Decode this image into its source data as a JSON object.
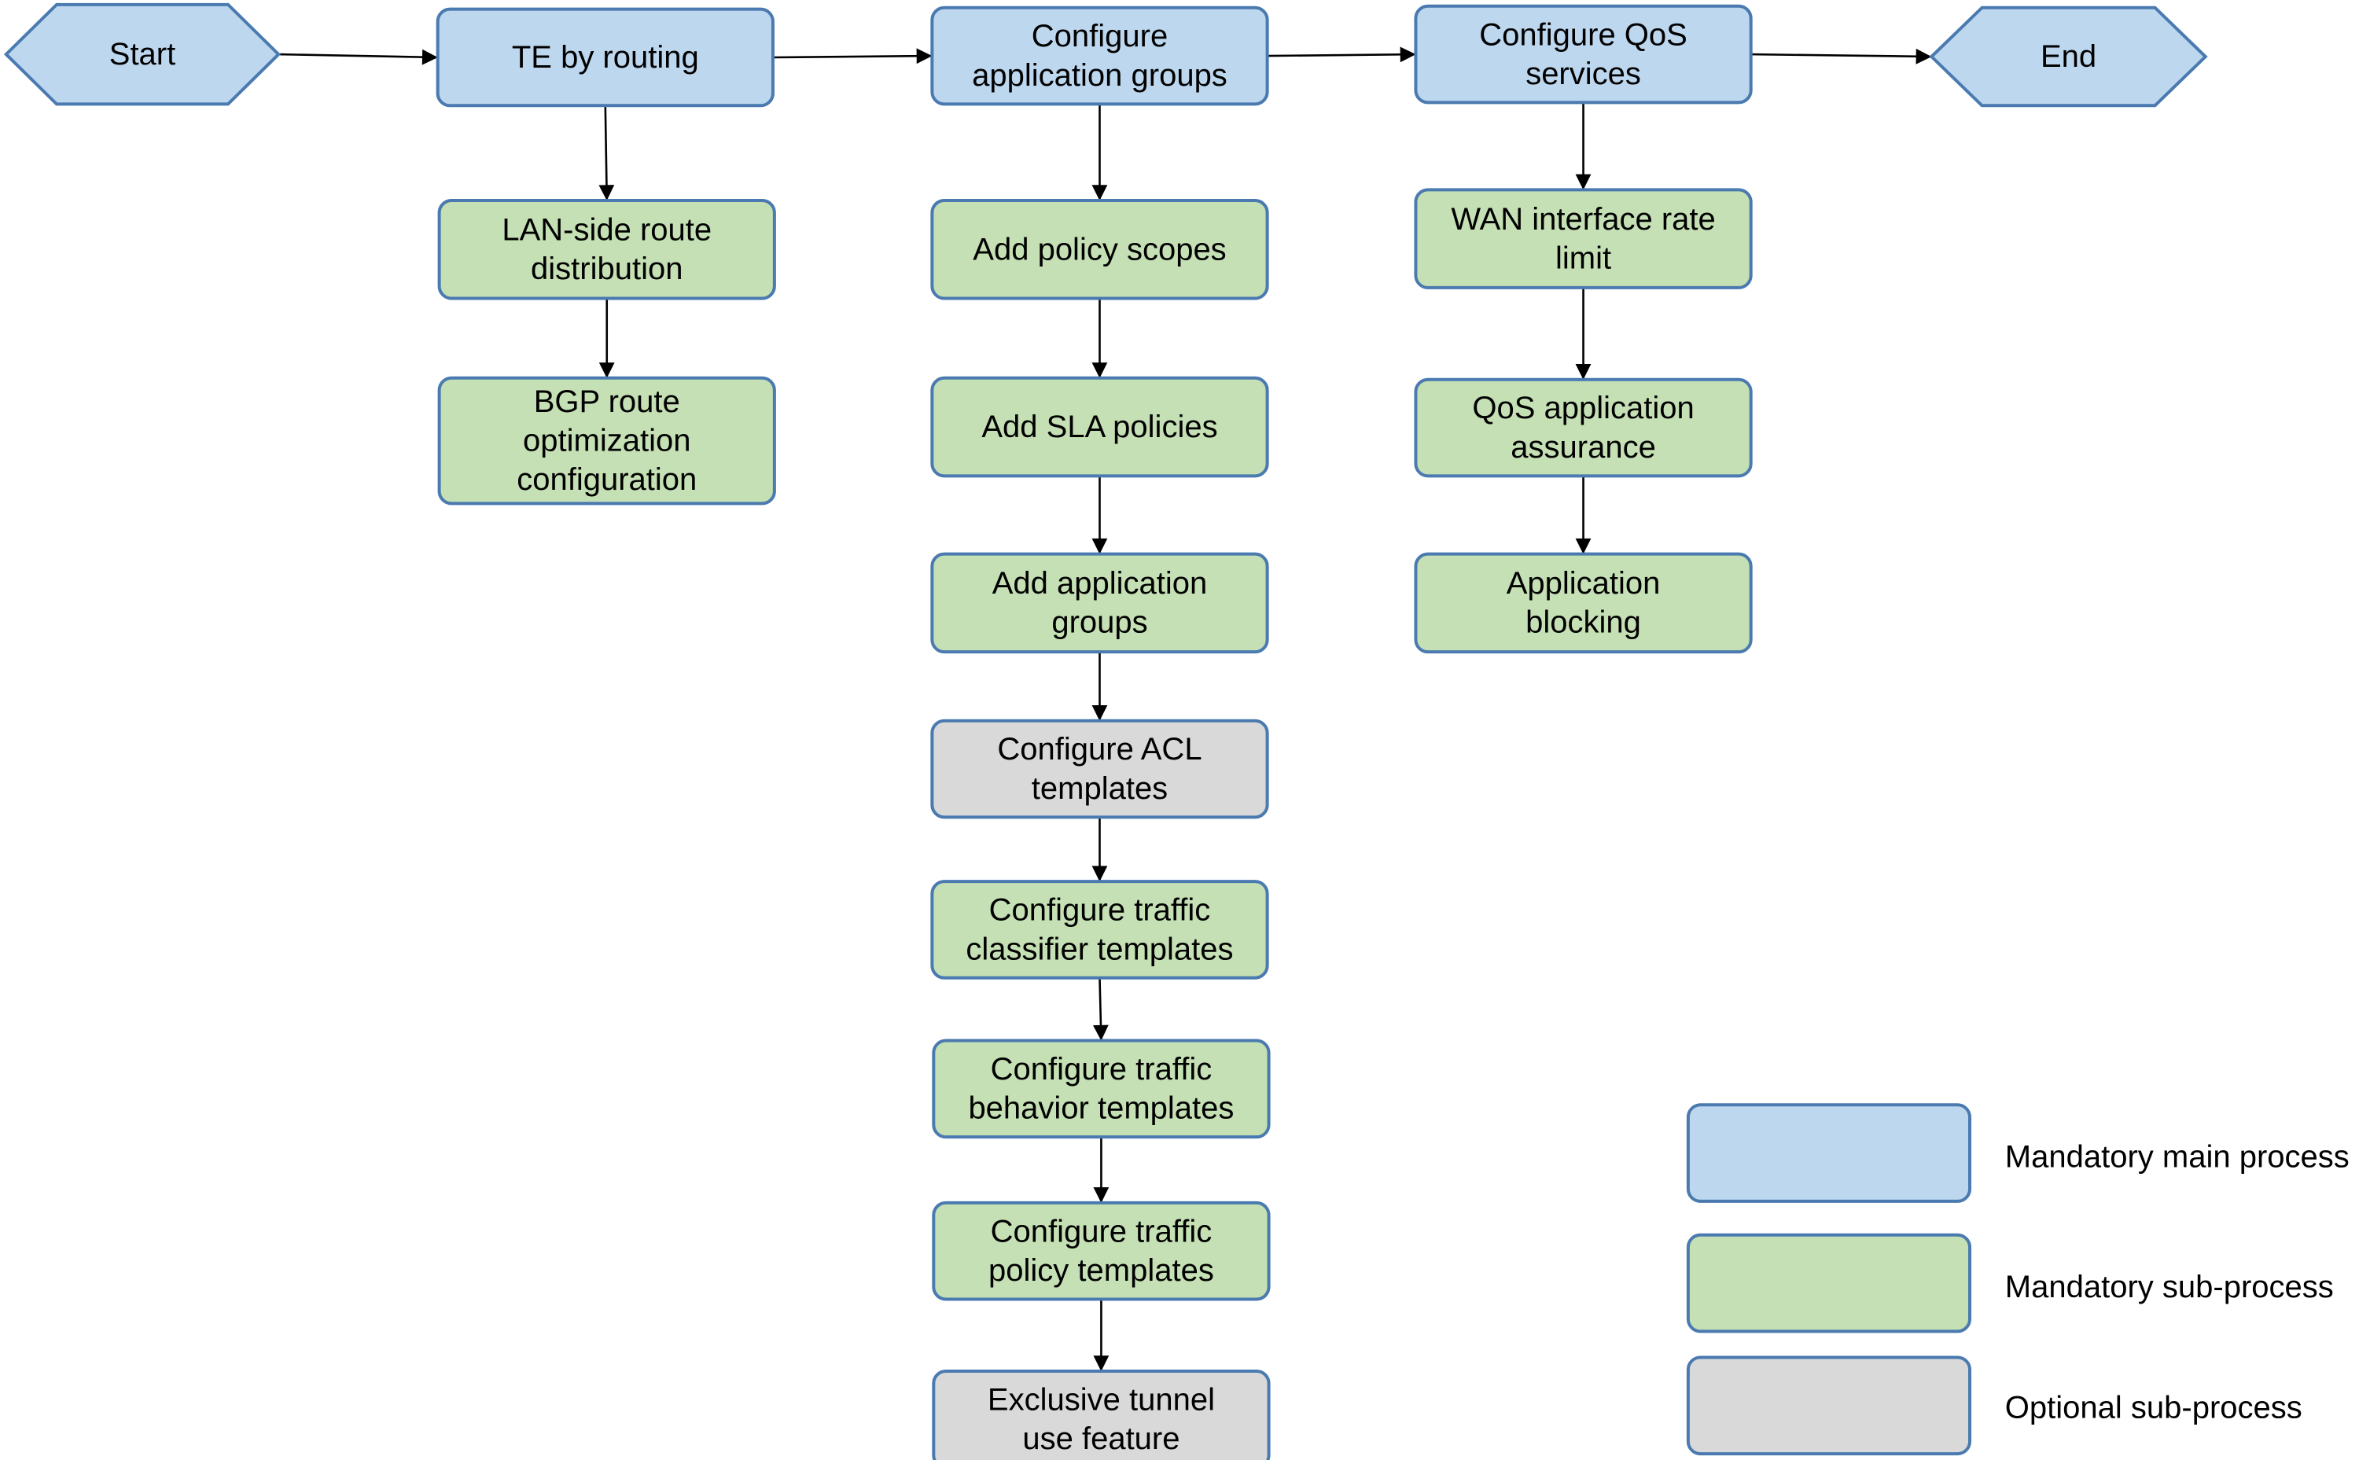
{
  "colors": {
    "mandatory_main": "#bdd7ee",
    "mandatory_sub": "#c5e0b4",
    "optional_sub": "#d9d9d9",
    "border": "#4a7ab0",
    "edge": "#000000"
  },
  "nodes": {
    "start": {
      "lines": [
        "Start"
      ],
      "kind": "mandatory_main"
    },
    "te_routing": {
      "lines": [
        "TE by routing"
      ],
      "kind": "mandatory_main"
    },
    "config_app_groups": {
      "lines": [
        "Configure",
        "application groups"
      ],
      "kind": "mandatory_main"
    },
    "config_qos": {
      "lines": [
        "Configure QoS",
        "services"
      ],
      "kind": "mandatory_main"
    },
    "end": {
      "lines": [
        "End"
      ],
      "kind": "mandatory_main"
    },
    "lan_route": {
      "lines": [
        "LAN-side route",
        "distribution"
      ],
      "kind": "mandatory_sub"
    },
    "bgp_route": {
      "lines": [
        "BGP route",
        "optimization",
        "configuration"
      ],
      "kind": "mandatory_sub"
    },
    "add_policy_scopes": {
      "lines": [
        "Add policy scopes"
      ],
      "kind": "mandatory_sub"
    },
    "add_sla": {
      "lines": [
        "Add SLA policies"
      ],
      "kind": "mandatory_sub"
    },
    "add_app_groups": {
      "lines": [
        "Add application",
        "groups"
      ],
      "kind": "mandatory_sub"
    },
    "config_acl": {
      "lines": [
        "Configure ACL",
        "templates"
      ],
      "kind": "optional_sub"
    },
    "traffic_classifier": {
      "lines": [
        "Configure traffic",
        "classifier templates"
      ],
      "kind": "mandatory_sub"
    },
    "traffic_behavior": {
      "lines": [
        "Configure traffic",
        "behavior templates"
      ],
      "kind": "mandatory_sub"
    },
    "traffic_policy": {
      "lines": [
        "Configure traffic",
        "policy templates"
      ],
      "kind": "mandatory_sub"
    },
    "exclusive_tunnel": {
      "lines": [
        "Exclusive tunnel",
        "use feature"
      ],
      "kind": "optional_sub"
    },
    "wan_rate": {
      "lines": [
        "WAN interface rate",
        "limit"
      ],
      "kind": "mandatory_sub"
    },
    "qos_assurance": {
      "lines": [
        "QoS application",
        "assurance"
      ],
      "kind": "mandatory_sub"
    },
    "app_blocking": {
      "lines": [
        "Application",
        "blocking"
      ],
      "kind": "mandatory_sub"
    }
  },
  "edges": [
    [
      "start",
      "te_routing"
    ],
    [
      "te_routing",
      "config_app_groups"
    ],
    [
      "config_app_groups",
      "config_qos"
    ],
    [
      "config_qos",
      "end"
    ],
    [
      "te_routing",
      "lan_route"
    ],
    [
      "lan_route",
      "bgp_route"
    ],
    [
      "config_app_groups",
      "add_policy_scopes"
    ],
    [
      "add_policy_scopes",
      "add_sla"
    ],
    [
      "add_sla",
      "add_app_groups"
    ],
    [
      "add_app_groups",
      "config_acl"
    ],
    [
      "config_acl",
      "traffic_classifier"
    ],
    [
      "traffic_classifier",
      "traffic_behavior"
    ],
    [
      "traffic_behavior",
      "traffic_policy"
    ],
    [
      "traffic_policy",
      "exclusive_tunnel"
    ],
    [
      "config_qos",
      "wan_rate"
    ],
    [
      "wan_rate",
      "qos_assurance"
    ],
    [
      "qos_assurance",
      "app_blocking"
    ]
  ],
  "legend": [
    {
      "kind": "mandatory_main",
      "label": "Mandatory main process"
    },
    {
      "kind": "mandatory_sub",
      "label": "Mandatory sub-process"
    },
    {
      "kind": "optional_sub",
      "label": "Optional sub-process"
    }
  ]
}
